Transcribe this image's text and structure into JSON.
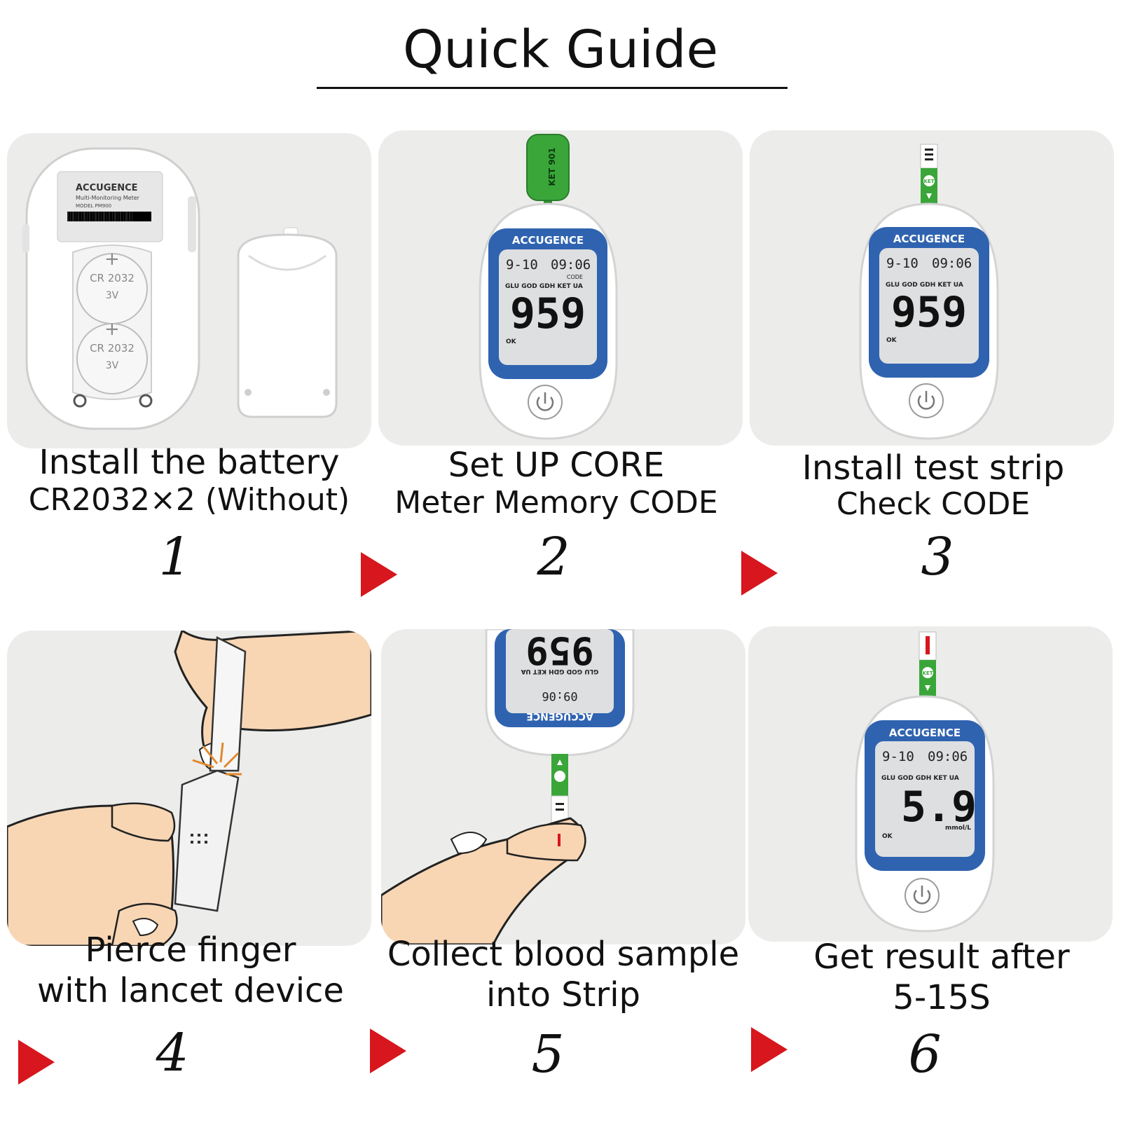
{
  "title": "Quick Guide",
  "brand": "ACCUGENCE",
  "colors": {
    "accent": "#d7161d",
    "screen_blue": "#2f63b0",
    "strip_green": "#3aa63a",
    "panel": "#ececeb"
  },
  "steps": [
    {
      "number": "1",
      "line1": "Install the battery",
      "line2": "CR2032×2 (Without)"
    },
    {
      "number": "2",
      "line1": "Set UP CORE",
      "line2": "Meter Memory CODE"
    },
    {
      "number": "3",
      "line1": "Install test strip",
      "line2": "Check CODE"
    },
    {
      "number": "4",
      "line1": "Pierce finger",
      "line2": "with lancet device"
    },
    {
      "number": "5",
      "line1": "Collect blood sample",
      "line2": "into Strip"
    },
    {
      "number": "6",
      "line1": "Get result after",
      "line2": "5-15S"
    }
  ],
  "battery": {
    "cell_label": "CR 2032",
    "cell_voltage": "3V",
    "device_name": "Multi-Monitoring Meter",
    "model": "MODEL  PM900"
  },
  "code_chip": {
    "label": "KET 901"
  },
  "meter": {
    "date": "9-10",
    "time": "09:06",
    "code_label": "CODE",
    "test_modes": "GLU GOD GDH KET UA",
    "code_value": "959",
    "result_value": "5.9",
    "result_unit": "mmol/L",
    "ok": "OK",
    "strip_tag": "KET"
  }
}
